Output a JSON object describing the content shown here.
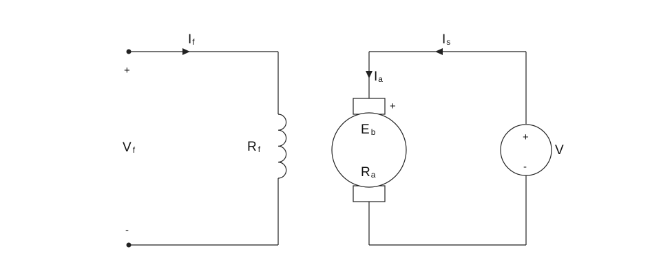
{
  "labels": {
    "if_main": "I",
    "if_sub": "f",
    "vf_main": "V",
    "vf_sub": "f",
    "vf_plus": "+",
    "vf_minus": "-",
    "rf_main": "R",
    "rf_sub": "f",
    "ia_main": "I",
    "ia_sub": "a",
    "is_main": "I",
    "is_sub": "s",
    "eb_main": "E",
    "eb_sub": "b",
    "ra_main": "R",
    "ra_sub": "a",
    "motor_plus": "+",
    "v_label": "V",
    "source_plus": "+",
    "source_minus": "-"
  },
  "colors": {
    "line": "#222222",
    "text": "#111111",
    "background": "#ffffff"
  }
}
